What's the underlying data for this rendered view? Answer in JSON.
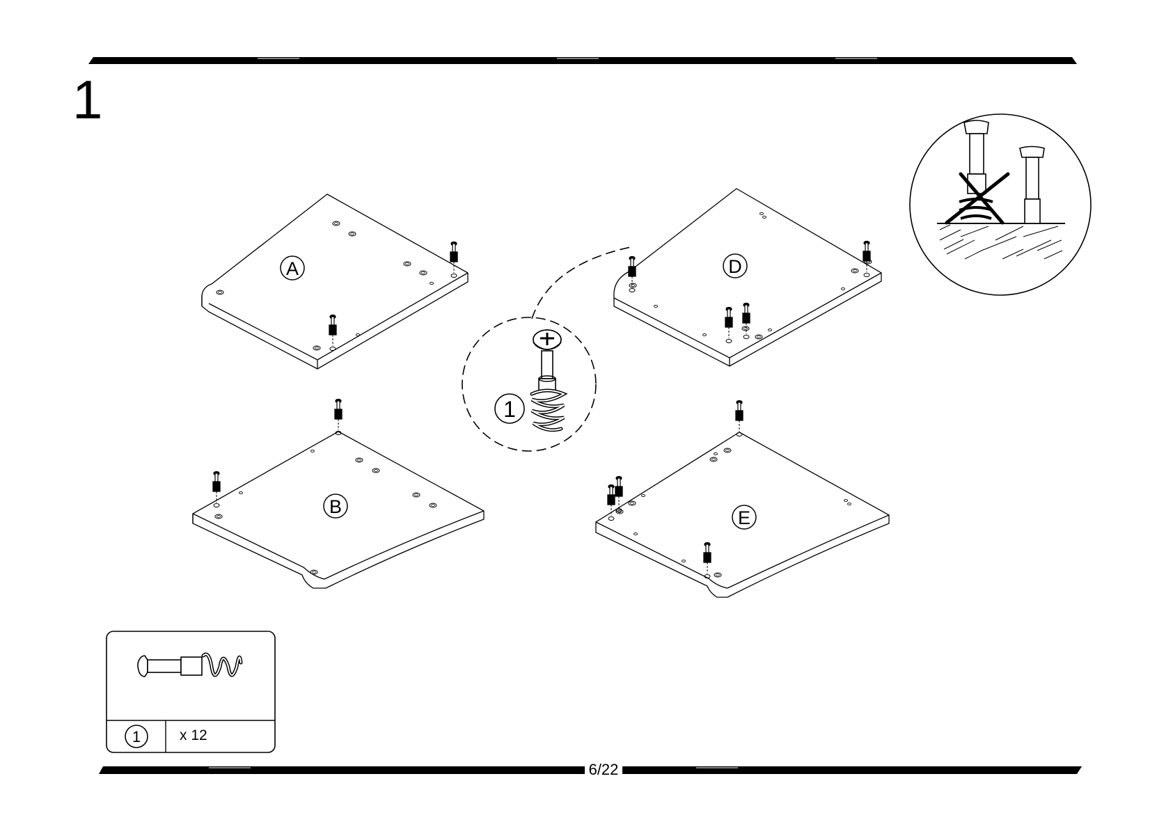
{
  "step": {
    "number": "1"
  },
  "panels": [
    {
      "letter": "A"
    },
    {
      "letter": "B"
    },
    {
      "letter": "D"
    },
    {
      "letter": "E"
    }
  ],
  "detail": {
    "part_number": "1"
  },
  "parts_box": {
    "part_number": "1",
    "quantity": "x 12"
  },
  "footer": {
    "page": "6/22"
  },
  "colors": {
    "ink": "#000000",
    "paper": "#ffffff"
  }
}
